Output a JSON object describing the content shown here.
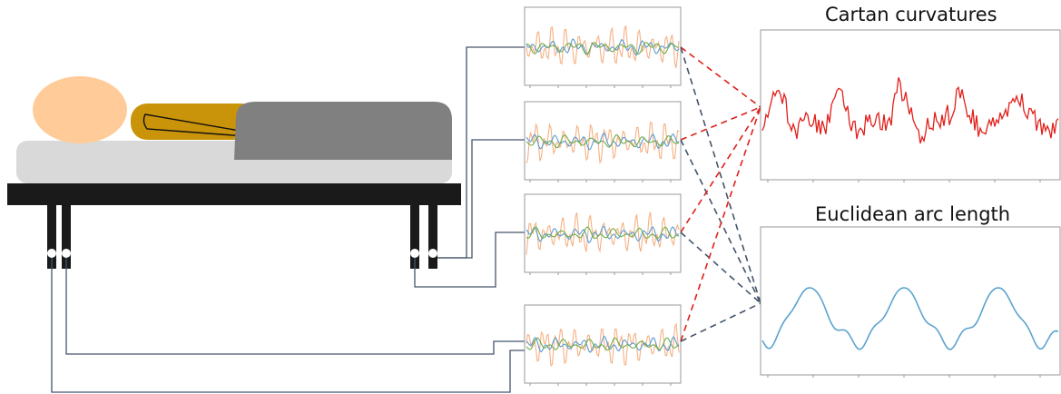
{
  "titles": {
    "top": "Cartan curvatures",
    "bottom": "Euclidean arc length"
  },
  "colors": {
    "head": "#FFCC99",
    "arm": "#C9930A",
    "blanket": "#808080",
    "mattress": "#D9D9D9",
    "bed_frame": "#1a1a1a",
    "cable": "#44546A",
    "signal_orange": "#F4B183",
    "signal_blue": "#5B9BD5",
    "signal_green": "#70AD47",
    "curvature_red": "#E0201B",
    "arc_length_blue": "#5BA3CF",
    "link_red": "#E0201B",
    "link_blue": "#44546A"
  },
  "icons": {
    "sensor": "circle-sensor-icon"
  },
  "signal_panels": [
    {
      "id": "sensor-1"
    },
    {
      "id": "sensor-2"
    },
    {
      "id": "sensor-3"
    },
    {
      "id": "sensor-4"
    }
  ]
}
